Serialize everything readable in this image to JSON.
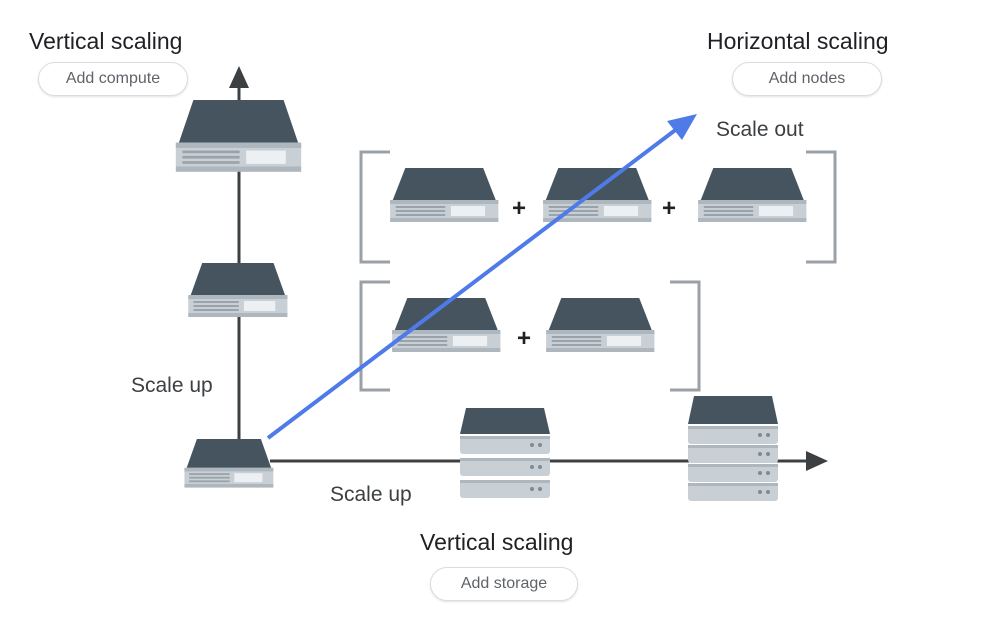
{
  "left_axis": {
    "heading": "Vertical scaling",
    "pill": "Add compute",
    "axis_label": "Scale up"
  },
  "right_group": {
    "heading": "Horizontal scaling",
    "pill": "Add nodes",
    "arrow_label": "Scale out"
  },
  "bottom_axis": {
    "heading": "Vertical scaling",
    "pill": "Add storage",
    "axis_label": "Scale up"
  },
  "plus_symbol": "+",
  "colors": {
    "server_top": "#45545f",
    "server_body": "#d7dce0",
    "server_stripe": "#b2bac2",
    "server_panel": "#e9ecef",
    "axis": "#3c4043",
    "scale_out_arrow": "#4f7be8",
    "bracket": "#9aa0a6"
  },
  "icons": [
    "server-icon",
    "storage-rack-icon"
  ]
}
